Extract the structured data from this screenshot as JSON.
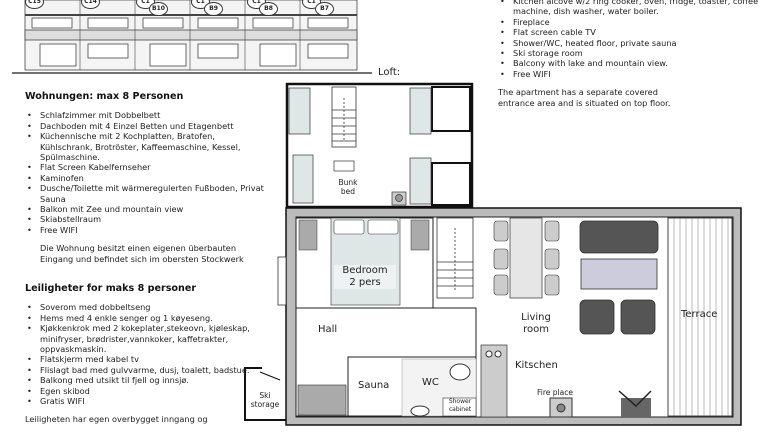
{
  "building": {
    "labels": [
      "C15",
      "C14",
      "C1",
      "B10",
      "C1",
      "B9",
      "C1",
      "B8",
      "C1",
      "B7"
    ]
  },
  "german": {
    "heading": "Wohnungen: max 8 Personen",
    "items": [
      "Schlafzimmer mit Dobbelbett",
      "Dachboden mit 4 Einzel Betten und Etagenbett",
      "Küchennische mit 2 Kochplatten, Bratofen, Kühlschrank, Brotröster, Kaffeemaschine, Kessel, Spülmaschine.",
      "Flat Screen Kabelfernseher",
      "Kaminofen",
      "Dusche/Toilette mit wärmeregulerten Fußboden, Privat Sauna",
      "Balkon mit Zee und  mountain view",
      "Skiabstellraum",
      "Free WIFI"
    ],
    "note": "Die Wohnung besitzt einen eigenen überbauten Eingang und befindet sich im obersten Stockwerk"
  },
  "norwegian": {
    "heading": "Leiligheter for maks 8 personer",
    "items": [
      "Soverom med dobbeltseng",
      "Hems med 4 enkle senger og 1 køyeseng.",
      "Kjøkkenkrok med 2 kokeplater,stekeovn, kjøleskap, minifryser, brødrister,vannkoker, kaffetrakter, oppvaskmaskin.",
      "Flatskjerm med kabel tv",
      "Flislagt bad med gulvvarme, dusj, toalett, badstue.",
      "Balkong med utsikt til fjell og innsjø.",
      "Egen skibod",
      "Gratis WIFI"
    ],
    "note": "Leiligheten har egen overbygget inngang og"
  },
  "english": {
    "items": [
      "Kitchen alcove w/2 ring cooker, oven, fridge, toaster, coffee machine, dish washer, water boiler.",
      "Fireplace",
      "Flat screen cable TV",
      "Shower/WC, heated floor, private sauna",
      "Ski storage room",
      "Balcony with lake and mountain view.",
      "Free WIFI"
    ],
    "note": "The apartment has a separate covered entrance area and is situated on top floor."
  },
  "plan": {
    "loft_title": "Loft:",
    "bunk": [
      "Bunk",
      "bed"
    ],
    "bedroom": [
      "Bedroom",
      "2 pers"
    ],
    "hall": "Hall",
    "living": [
      "Living",
      "room"
    ],
    "kitchen": "Kitschen",
    "terrace": "Terrace",
    "sauna": "Sauna",
    "wc": "WC",
    "shower": [
      "Shower",
      "cabinet"
    ],
    "fireplace": "Fire place",
    "ski": [
      "Ski",
      "storage"
    ]
  }
}
